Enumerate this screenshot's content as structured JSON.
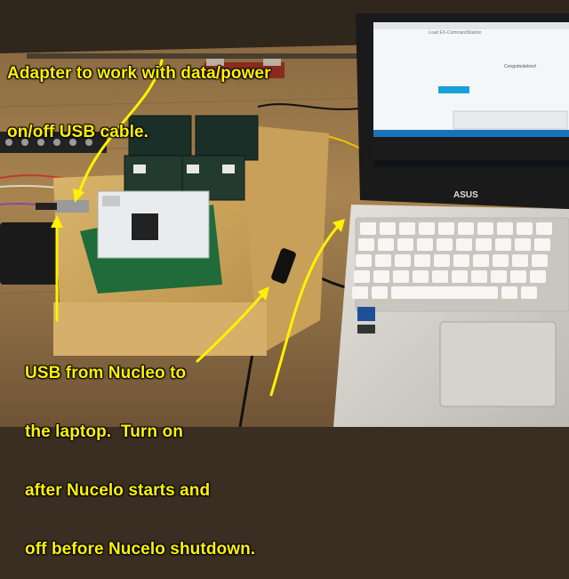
{
  "annotations": {
    "adapter_caption": {
      "line1": "Adapter to work with data/power",
      "line2": "on/off USB cable."
    },
    "usb_caption": {
      "line1": "USB from Nucleo to",
      "line2": "the laptop.  Turn on",
      "line3": "after Nucelo starts and",
      "line4": "off before Nucelo shutdown."
    }
  },
  "laptop_screen": {
    "window_title": "Load EX-CommandStation",
    "heading": "Congratulations!"
  },
  "laptop_brand": "ASUS",
  "colors": {
    "caption": "#fff200",
    "arrow": "#fff200",
    "bench_wood": "#b0884f",
    "laptop_body": "#d9d6d0",
    "pcb_green": "#1f6b3a"
  }
}
